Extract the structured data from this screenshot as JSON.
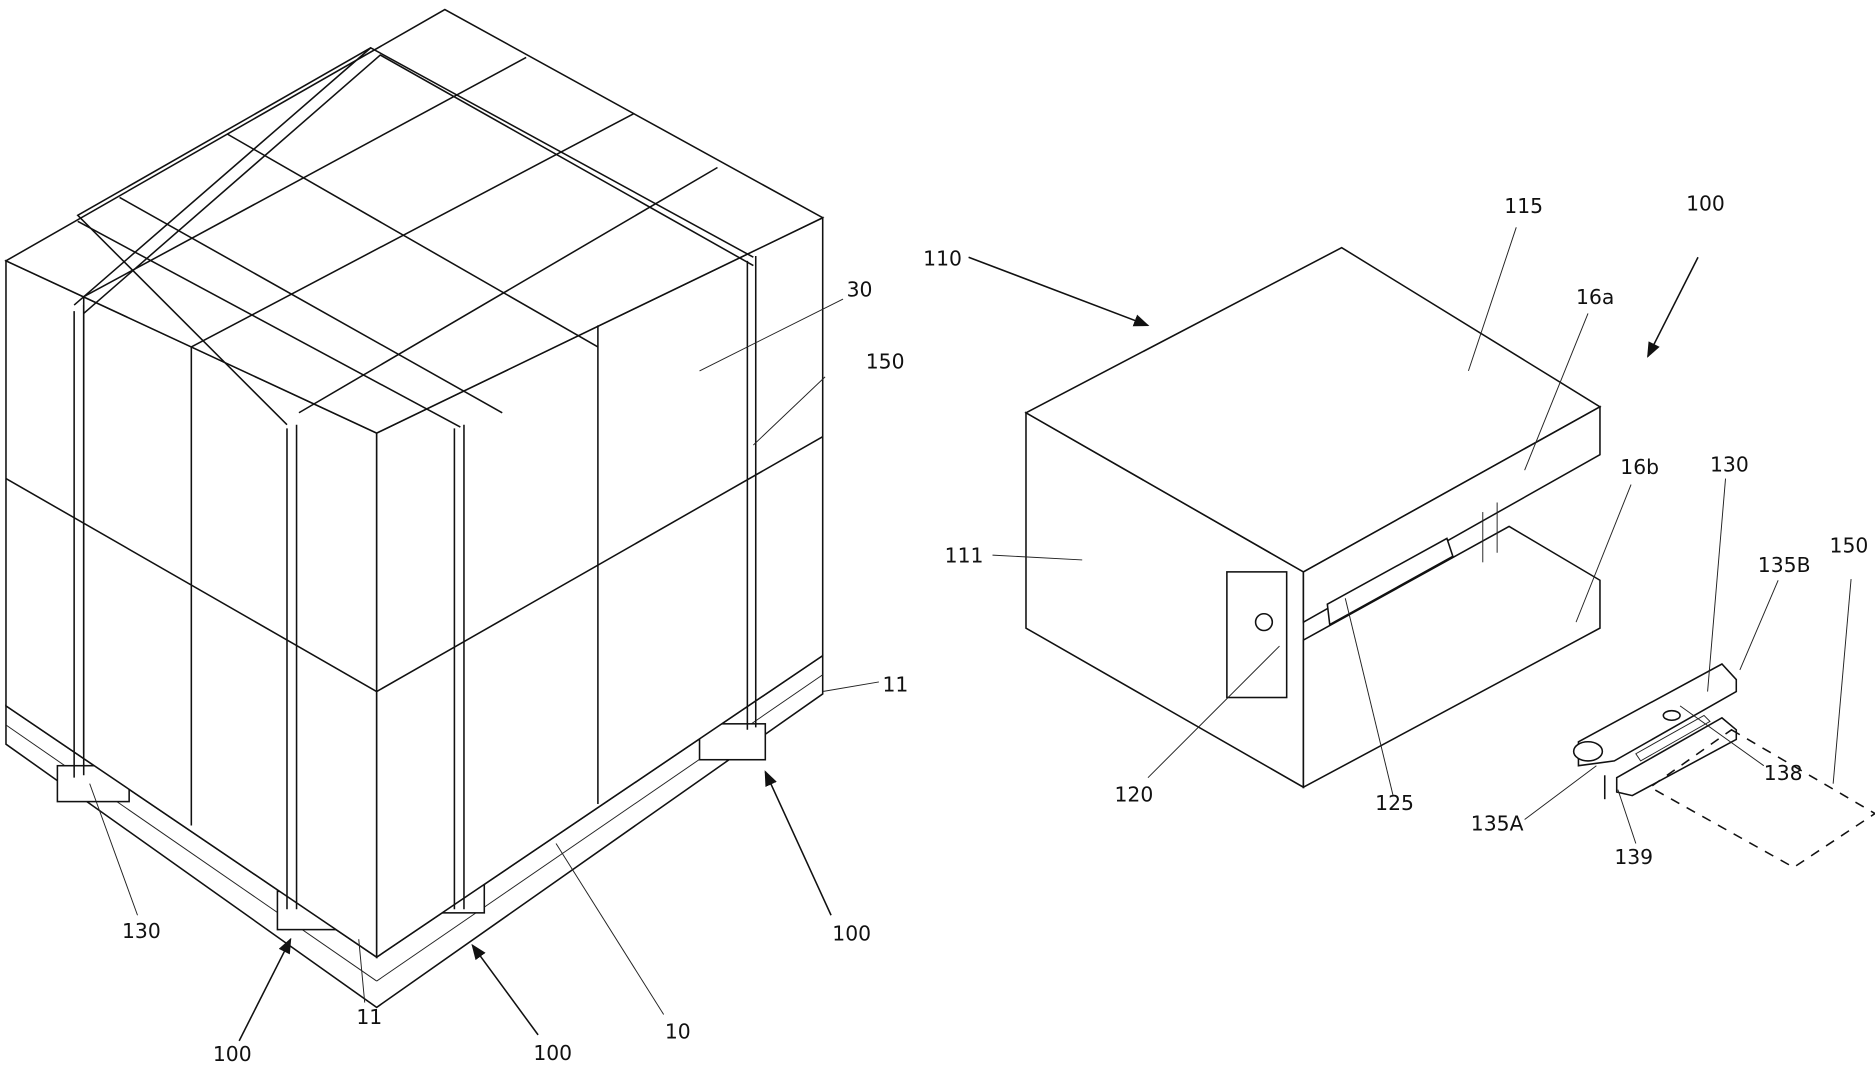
{
  "figure_left": {
    "labels": {
      "boxes": "30",
      "strap": "150",
      "block_right": "11",
      "block_front": "11",
      "clip": "130",
      "pallet": "10",
      "corner_assembly_right": "100",
      "corner_assembly_left": "100",
      "corner_assembly_front": "100"
    }
  },
  "figure_right": {
    "labels": {
      "assembly": "110",
      "top_surface": "115",
      "corner_assembly": "100",
      "upper_portion": "16a",
      "lower_portion": "16b",
      "side_face": "111",
      "fastener": "120",
      "slot": "125",
      "clip": "130",
      "hook_b": "135B",
      "strap": "150",
      "slot_clip": "138",
      "hook_a": "135A",
      "tab": "139"
    }
  }
}
